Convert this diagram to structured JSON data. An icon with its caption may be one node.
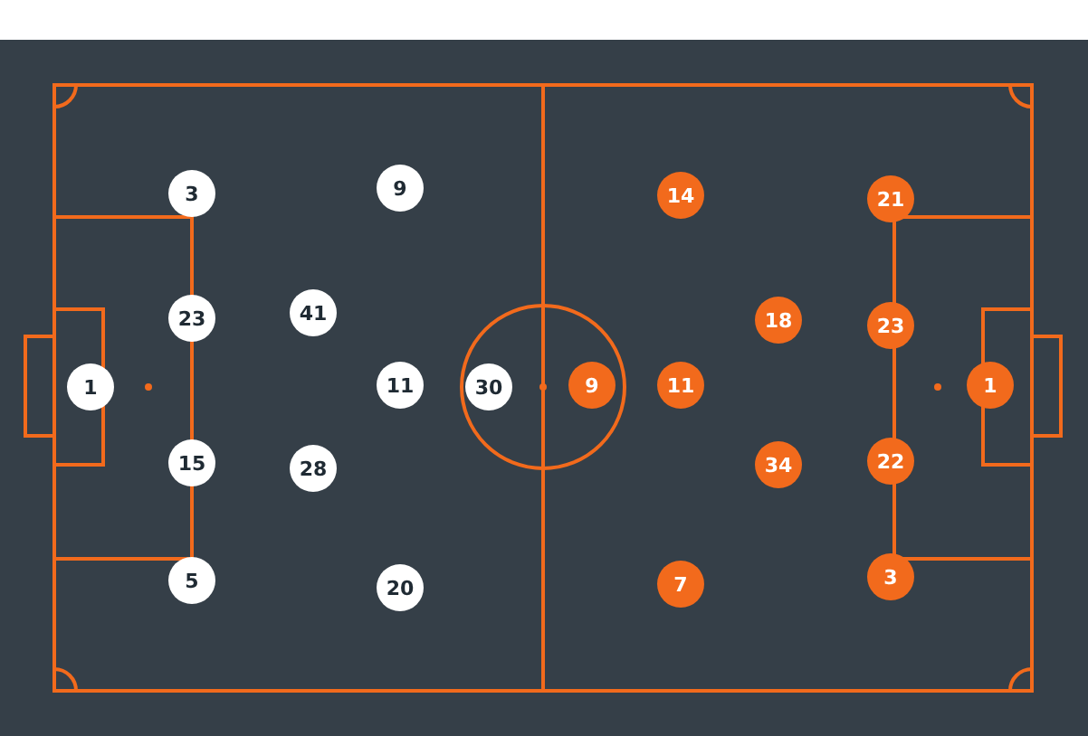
{
  "diagram": {
    "nodes": [
      {
        "text": [
          "1"
        ]
      },
      {
        "text": [
          "3"
        ]
      },
      {
        "text": [
          "23"
        ]
      },
      {
        "text": [
          "15"
        ]
      },
      {
        "text": [
          "5"
        ]
      },
      {
        "text": [
          "41"
        ]
      },
      {
        "text": [
          "28"
        ]
      },
      {
        "text": [
          "9"
        ]
      },
      {
        "text": [
          "11"
        ]
      },
      {
        "text": [
          "20"
        ]
      },
      {
        "text": [
          "30"
        ]
      },
      {
        "text": [
          "9"
        ]
      },
      {
        "text": [
          "14"
        ]
      },
      {
        "text": [
          "11"
        ]
      },
      {
        "text": [
          "7"
        ]
      },
      {
        "text": [
          "18"
        ]
      },
      {
        "text": [
          "34"
        ]
      },
      {
        "text": [
          "21"
        ]
      },
      {
        "text": [
          "23"
        ]
      },
      {
        "text": [
          "22"
        ]
      },
      {
        "text": [
          "3"
        ]
      },
      {
        "text": [
          "1"
        ]
      }
    ]
  }
}
